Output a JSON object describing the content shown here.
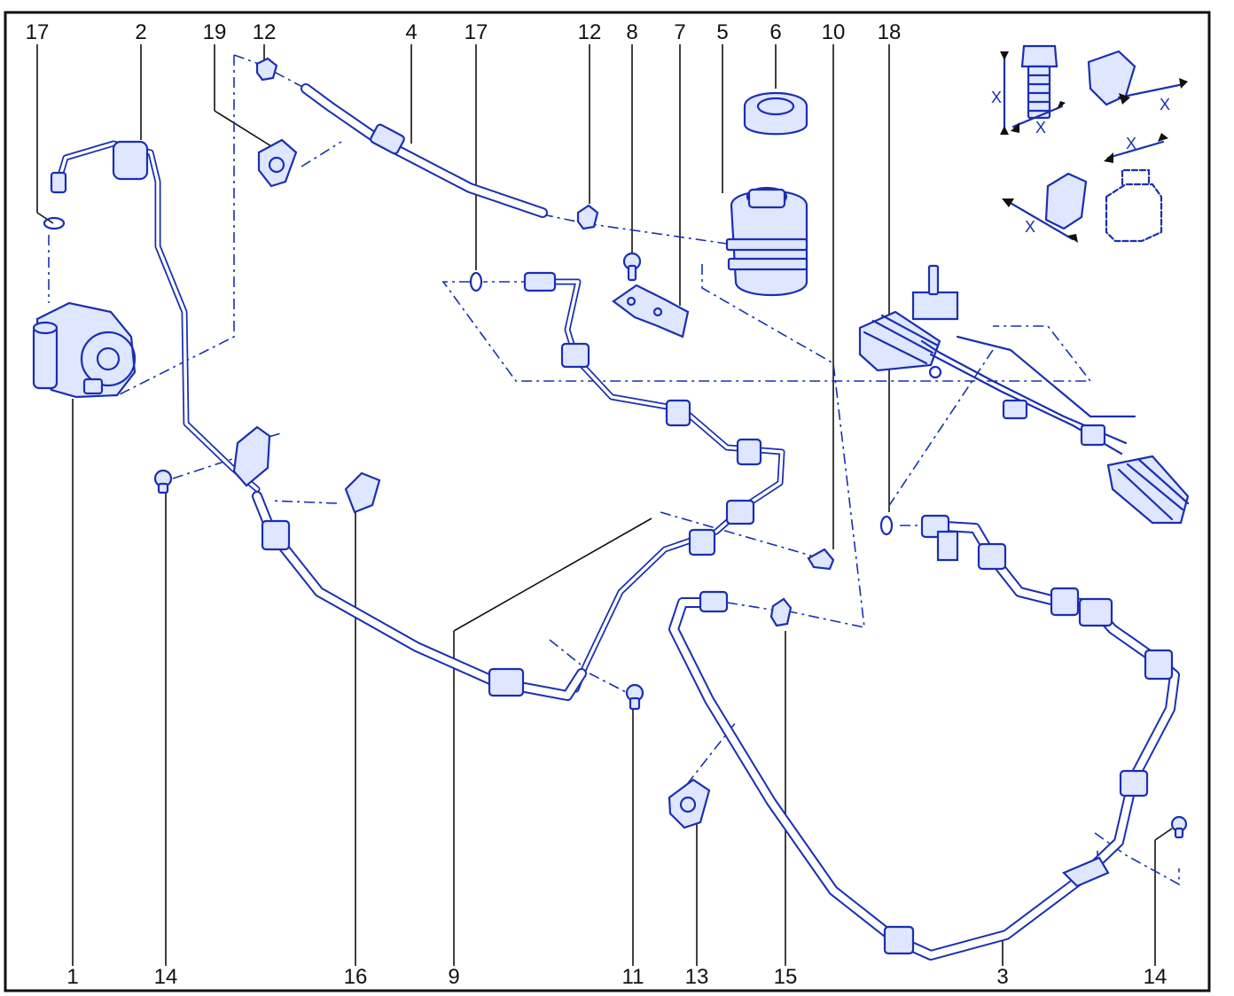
{
  "callouts_top": [
    {
      "id": "t17a",
      "label": "17"
    },
    {
      "id": "t2",
      "label": "2"
    },
    {
      "id": "t19",
      "label": "19"
    },
    {
      "id": "t12a",
      "label": "12"
    },
    {
      "id": "t4",
      "label": "4"
    },
    {
      "id": "t17b",
      "label": "17"
    },
    {
      "id": "t12b",
      "label": "12"
    },
    {
      "id": "t8",
      "label": "8"
    },
    {
      "id": "t7",
      "label": "7"
    },
    {
      "id": "t5",
      "label": "5"
    },
    {
      "id": "t6",
      "label": "6"
    },
    {
      "id": "t10",
      "label": "10"
    },
    {
      "id": "t18",
      "label": "18"
    }
  ],
  "callouts_bottom": [
    {
      "id": "b1",
      "label": "1"
    },
    {
      "id": "b14a",
      "label": "14"
    },
    {
      "id": "b16",
      "label": "16"
    },
    {
      "id": "b9",
      "label": "9"
    },
    {
      "id": "b11",
      "label": "11"
    },
    {
      "id": "b13",
      "label": "13"
    },
    {
      "id": "b15",
      "label": "15"
    },
    {
      "id": "b3",
      "label": "3"
    },
    {
      "id": "b14b",
      "label": "14"
    }
  ],
  "inset_labels": [
    "X",
    "X",
    "X",
    "X",
    "X"
  ],
  "colors": {
    "line": "#1a2fb0",
    "fill": "#dfe6ff",
    "text": "#111111"
  }
}
